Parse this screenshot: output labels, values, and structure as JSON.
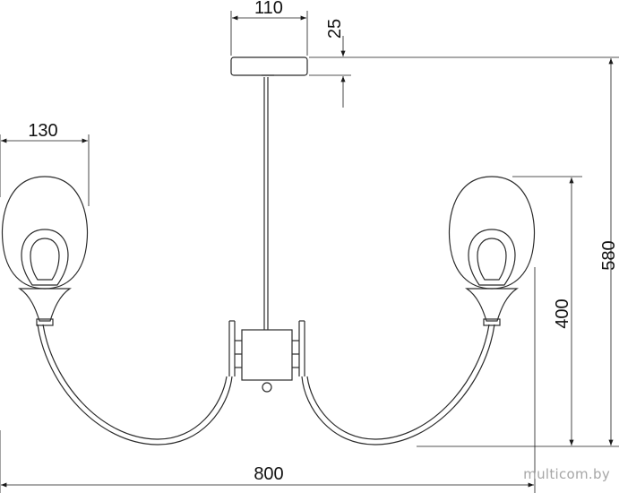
{
  "dimensions": {
    "canopy_width": "110",
    "canopy_height": "25",
    "shade_width": "130",
    "shade_height": "400",
    "total_height": "580",
    "total_width": "800"
  },
  "watermark": "multicom.by",
  "colors": {
    "line": "#1a1a1a",
    "background": "#ffffff",
    "watermark": "#a6a6a6"
  }
}
